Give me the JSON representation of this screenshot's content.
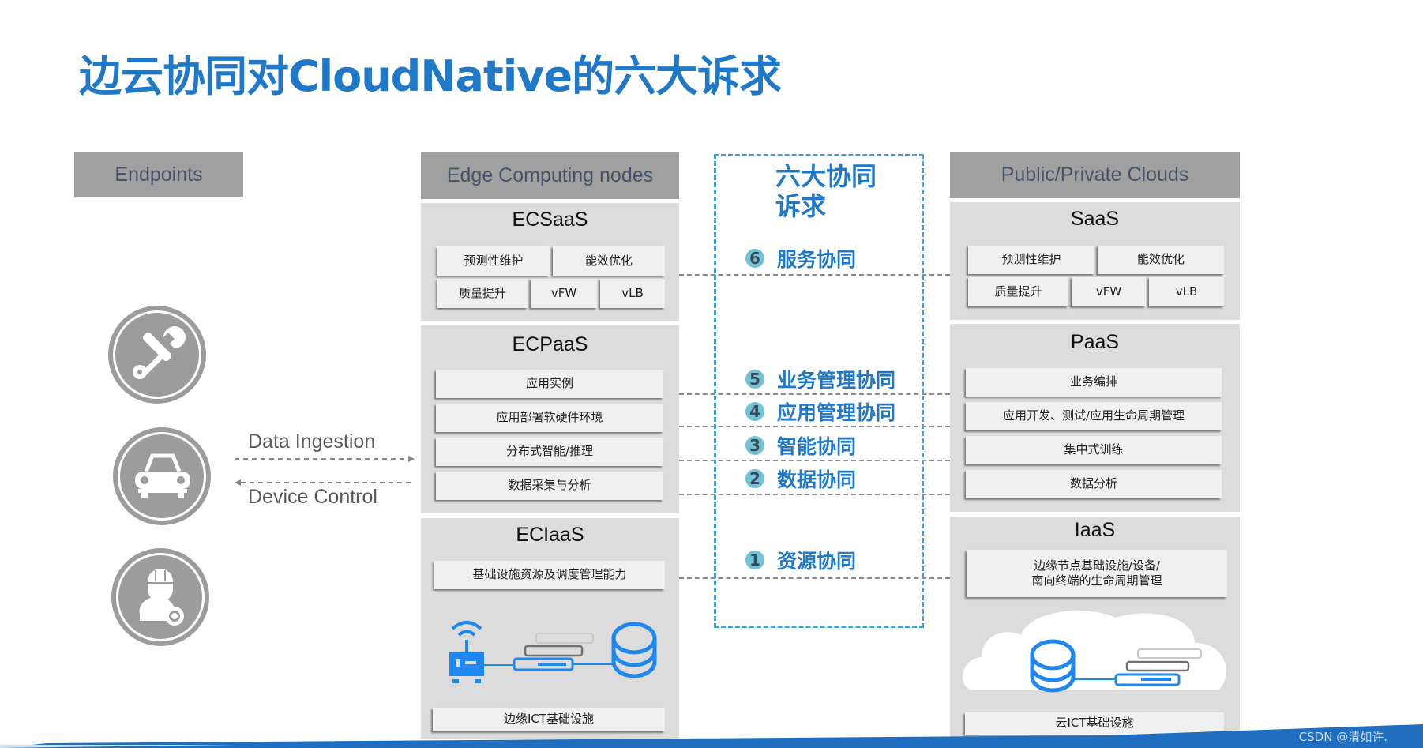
{
  "title": "边云协同对CloudNative的六大诉求",
  "endpoints": {
    "header": "Endpoints",
    "icons": [
      "tools-icon",
      "car-icon",
      "worker-icon"
    ],
    "data_ingestion": "Data Ingestion",
    "device_control": "Device Control"
  },
  "edge": {
    "header": "Edge Computing nodes",
    "saas": {
      "title": "ECSaaS",
      "row1": [
        "预测性维护",
        "能效优化"
      ],
      "row2": [
        "质量提升",
        "vFW",
        "vLB"
      ]
    },
    "paas": {
      "title": "ECPaaS",
      "items": [
        "应用实例",
        "应用部署软硬件环境",
        "分布式智能/推理",
        "数据采集与分析"
      ]
    },
    "iaas": {
      "title": "ECIaaS",
      "item": "基础设施资源及调度管理能力",
      "footer": "边缘ICT基础设施"
    }
  },
  "collab": {
    "heading_line1": "六大协同",
    "heading_line2": "诉求",
    "items": [
      {
        "num": "6",
        "label": "服务协同"
      },
      {
        "num": "5",
        "label": "业务管理协同"
      },
      {
        "num": "4",
        "label": "应用管理协同"
      },
      {
        "num": "3",
        "label": "智能协同"
      },
      {
        "num": "2",
        "label": "数据协同"
      },
      {
        "num": "1",
        "label": "资源协同"
      }
    ]
  },
  "cloud": {
    "header": "Public/Private Clouds",
    "saas": {
      "title": "SaaS",
      "row1": [
        "预测性维护",
        "能效优化"
      ],
      "row2": [
        "质量提升",
        "vFW",
        "vLB"
      ]
    },
    "paas": {
      "title": "PaaS",
      "items": [
        "业务编排",
        "应用开发、测试/应用生命周期管理",
        "集中式训练",
        "数据分析"
      ]
    },
    "iaas": {
      "title": "IaaS",
      "item_line1": "边缘节点基础设施/设备/",
      "item_line2": "南向终端的生命周期管理",
      "footer": "云ICT基础设施"
    }
  },
  "watermark": "CSDN @清如许.",
  "colors": {
    "accent": "#1f78c8",
    "header_gray": "#a0a0a0",
    "panel_gray": "#dcdcdc",
    "badge": "#73c3d6",
    "icon_blue": "#1e88f0"
  }
}
